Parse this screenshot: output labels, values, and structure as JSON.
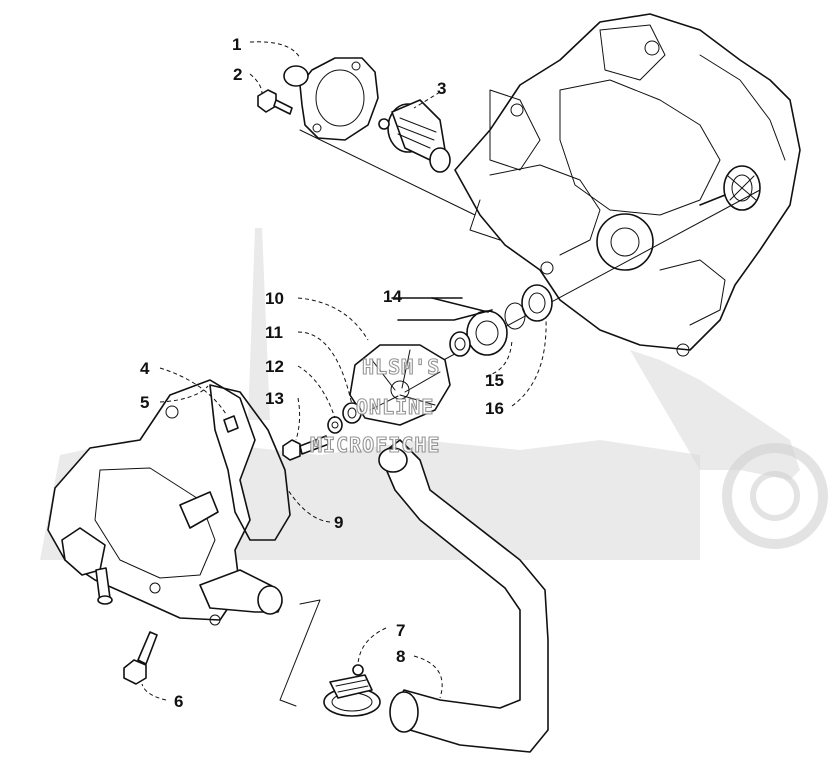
{
  "diagram": {
    "callouts": [
      {
        "id": "c1",
        "label": "1"
      },
      {
        "id": "c2",
        "label": "2"
      },
      {
        "id": "c3",
        "label": "3"
      },
      {
        "id": "c4",
        "label": "4"
      },
      {
        "id": "c5",
        "label": "5"
      },
      {
        "id": "c6",
        "label": "6"
      },
      {
        "id": "c7",
        "label": "7"
      },
      {
        "id": "c8",
        "label": "8"
      },
      {
        "id": "c9",
        "label": "9"
      },
      {
        "id": "c10",
        "label": "10"
      },
      {
        "id": "c11",
        "label": "11"
      },
      {
        "id": "c12",
        "label": "12"
      },
      {
        "id": "c13",
        "label": "13"
      },
      {
        "id": "c14",
        "label": "14"
      },
      {
        "id": "c15",
        "label": "15"
      },
      {
        "id": "c16",
        "label": "16"
      }
    ]
  },
  "watermark": {
    "line1": "HLSM'S",
    "line2": "ONLINE",
    "line3": "MICROFICHE"
  }
}
